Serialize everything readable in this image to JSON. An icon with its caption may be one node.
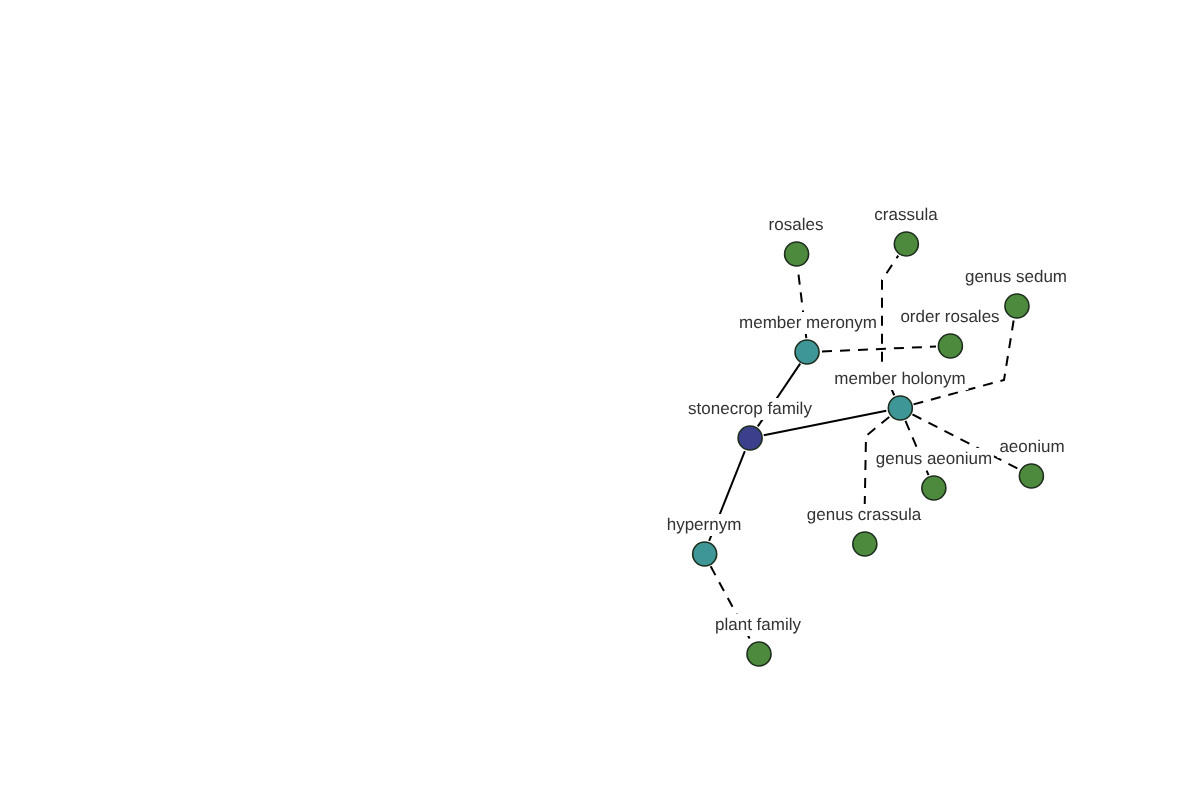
{
  "diagram": {
    "nodes": [
      {
        "text": [
          "rosales"
        ]
      },
      {
        "text": [
          "crassula"
        ]
      },
      {
        "text": [
          "genus sedum"
        ]
      },
      {
        "text": [
          "member meronym"
        ]
      },
      {
        "text": [
          "order rosales"
        ]
      },
      {
        "text": [
          "member holonym"
        ]
      },
      {
        "text": [
          "stonecrop family"
        ]
      },
      {
        "text": [
          "aeonium"
        ]
      },
      {
        "text": [
          "genus aeonium"
        ]
      },
      {
        "text": [
          "genus crassula"
        ]
      },
      {
        "text": [
          "hypernym"
        ]
      },
      {
        "text": [
          "plant family"
        ]
      }
    ],
    "edges": [
      {
        "from": 6,
        "to": 3,
        "arrow": "none"
      },
      {
        "from": 6,
        "to": 5,
        "arrow": "none"
      },
      {
        "from": 6,
        "to": 10,
        "arrow": "none"
      },
      {
        "from": 3,
        "to": 0,
        "arrow": "none",
        "style": "dashed"
      },
      {
        "from": 3,
        "to": 4,
        "arrow": "none",
        "style": "dashed"
      },
      {
        "from": 5,
        "to": 1,
        "arrow": "none",
        "style": "dashed"
      },
      {
        "from": 5,
        "to": 2,
        "arrow": "none",
        "style": "dashed"
      },
      {
        "from": 5,
        "to": 7,
        "arrow": "none",
        "style": "dashed"
      },
      {
        "from": 5,
        "to": 8,
        "arrow": "none",
        "style": "dashed"
      },
      {
        "from": 5,
        "to": 9,
        "arrow": "none",
        "style": "dashed"
      },
      {
        "from": 10,
        "to": 11,
        "arrow": "none",
        "style": "dashed"
      }
    ]
  }
}
